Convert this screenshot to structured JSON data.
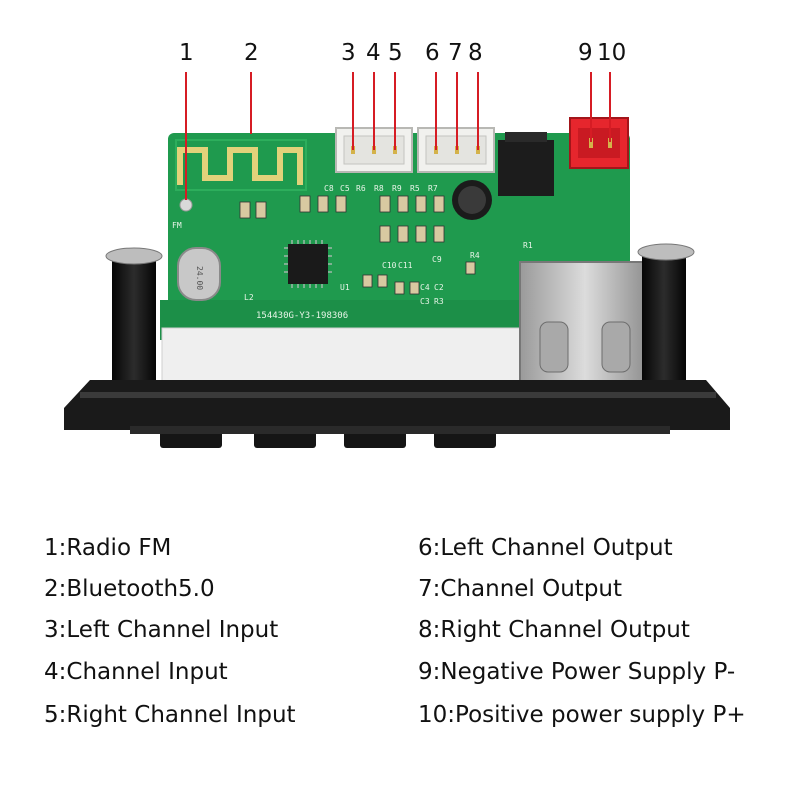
{
  "callouts": [
    {
      "num": "1"
    },
    {
      "num": "2"
    },
    {
      "num": "3"
    },
    {
      "num": "4"
    },
    {
      "num": "5"
    },
    {
      "num": "6"
    },
    {
      "num": "7"
    },
    {
      "num": "8"
    },
    {
      "num": "9"
    },
    {
      "num": "10"
    }
  ],
  "board": {
    "part_number": "154430G-Y3-198306",
    "crystal_label": "24.00",
    "silkscreen": {
      "fm": "FM",
      "c8": "C8",
      "c5": "C5",
      "r6": "R6",
      "r8": "R8",
      "r9": "R9",
      "r5": "R5",
      "r7": "R7",
      "r1": "R1",
      "r4": "R4",
      "r3": "R3",
      "c4": "C4",
      "c2": "C2",
      "c3": "C3",
      "c10": "C10",
      "c11": "C11",
      "c9": "C9",
      "u1": "U1",
      "l2": "L2"
    }
  },
  "colors": {
    "pcb": "#1f9a4e",
    "connector_white": "#f1f1ee",
    "power_connector": "#e6262d",
    "housing": "#1a1a1a",
    "usb": "#bdbdbd"
  },
  "legend": {
    "left": [
      "1:Radio FM",
      "2:Bluetooth5.0",
      "3:Left Channel Input",
      "4:Channel Input",
      "5:Right Channel Input"
    ],
    "right": [
      "6:Left Channel Output",
      "7:Channel Output",
      "8:Right Channel Output",
      "9:Negative Power Supply P-",
      "10:Positive power supply P+"
    ]
  }
}
